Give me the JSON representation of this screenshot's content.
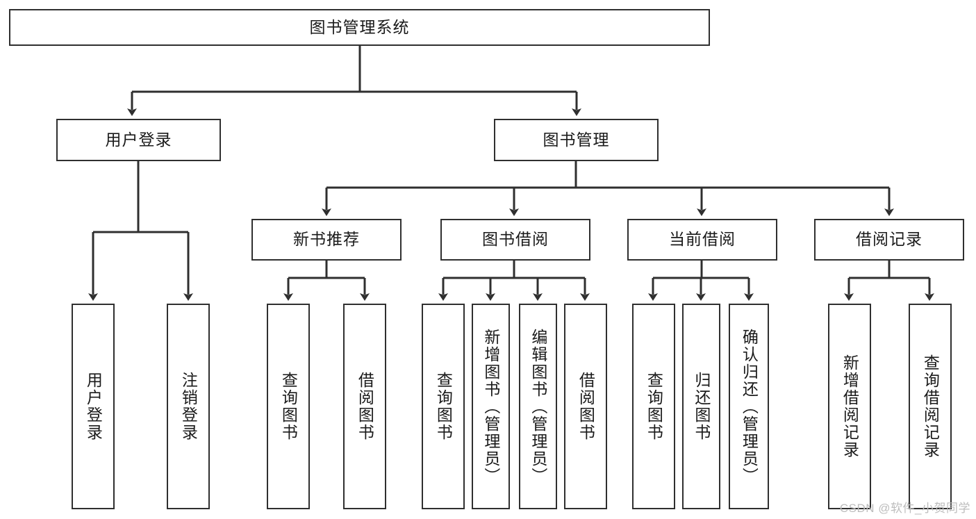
{
  "diagram": {
    "title": "图书管理系统",
    "type": "tree-hierarchy-diagram",
    "root": {
      "label": "图书管理系统"
    },
    "level2": [
      {
        "label": "用户登录"
      },
      {
        "label": "图书管理"
      }
    ],
    "level3": [
      {
        "label": "新书推荐"
      },
      {
        "label": "图书借阅"
      },
      {
        "label": "当前借阅"
      },
      {
        "label": "借阅记录"
      }
    ],
    "leaves": {
      "user_login": [
        {
          "label": "用户登录"
        },
        {
          "label": "注销登录"
        }
      ],
      "new_book_recommend": [
        {
          "label": "查询图书"
        },
        {
          "label": "借阅图书"
        }
      ],
      "book_borrow": [
        {
          "label": "查询图书"
        },
        {
          "label": "新增图书（管理员）"
        },
        {
          "label": "编辑图书（管理员）"
        },
        {
          "label": "借阅图书"
        }
      ],
      "current_borrow": [
        {
          "label": "查询图书"
        },
        {
          "label": "归还图书"
        },
        {
          "label": "确认归还（管理员）"
        }
      ],
      "borrow_record": [
        {
          "label": "新增借阅记录"
        },
        {
          "label": "查询借阅记录"
        }
      ]
    },
    "colors": {
      "stroke": "#2f2f2f",
      "fill": "#ffffff",
      "text": "#1a1a1a",
      "watermark": "#bdbdbd"
    }
  },
  "watermark": {
    "text": "CSDN @软件_小贺同学"
  }
}
